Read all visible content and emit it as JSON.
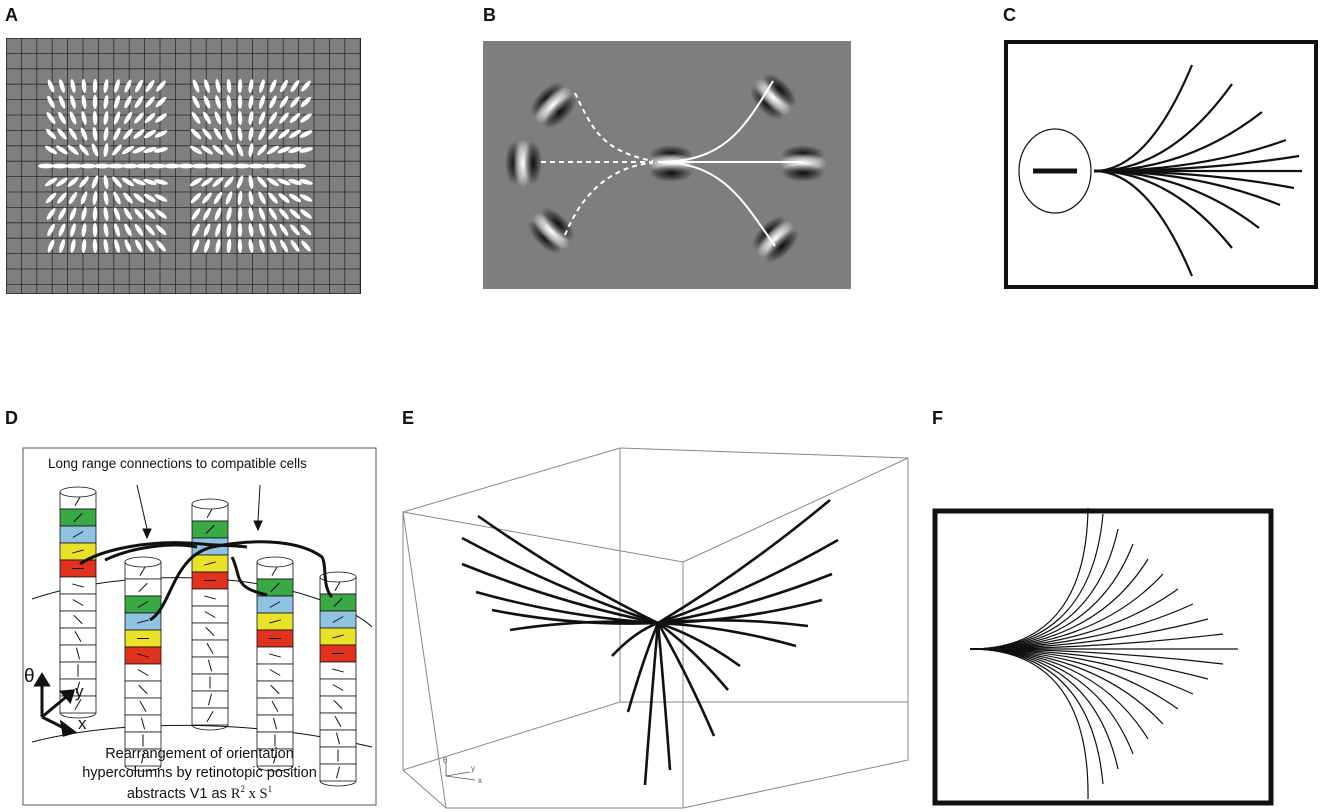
{
  "panels": {
    "a": {
      "label": "A"
    },
    "b": {
      "label": "B"
    },
    "c": {
      "label": "C"
    },
    "d": {
      "label": "D",
      "connections_text": "Long range connections to compatible cells",
      "caption_line1": "Rearrangement of orientation",
      "caption_line2": "hypercolumns by retinotopic position",
      "caption_line3_prefix": "abstracts V1 as",
      "axis_theta": "θ",
      "axis_y": "y",
      "axis_x": "x",
      "formula_R": "R",
      "formula_sup2": "2",
      "formula_x": " x S",
      "formula_sup1": "1"
    },
    "e": {
      "label": "E",
      "axis_theta": "θ",
      "axis_y": "y",
      "axis_x": "x"
    },
    "f": {
      "label": "F"
    }
  },
  "colors": {
    "grid_bg": "#7f7f7f",
    "green": "#3aa845",
    "blue": "#8fc3e0",
    "yellow": "#e8e22a",
    "red": "#e0321e"
  }
}
